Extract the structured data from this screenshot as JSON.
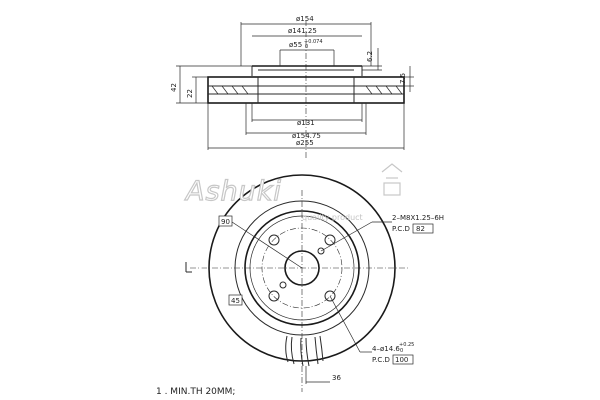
{
  "dimensions": {
    "d154": "ø154",
    "d141": "ø141.25",
    "d55": "ø55",
    "d55_tol_upper": "+0.074",
    "d55_tol_lower": "0",
    "d131": "ø131",
    "d15475": "ø154.75",
    "d255": "ø255",
    "h62": "6.2",
    "h75": "7.5",
    "h42": "42",
    "h22": "22",
    "ang90": "90",
    "ang45": "45",
    "width36": "36"
  },
  "holes": {
    "thread": "2–M8X1.25–6H",
    "pcd_label_1": "P.C.D",
    "pcd_1": "82",
    "bolt": "4–ø14.6",
    "bolt_tol_upper": "+0.25",
    "bolt_tol_lower": "0",
    "pcd_label_2": "P.C.D",
    "pcd_2": "100"
  },
  "marker_L": "L",
  "brand": {
    "name": "Ashuki",
    "tagline": "quality product"
  },
  "notes": {
    "min_thickness": "1 . MIN.TH 20MM;"
  }
}
